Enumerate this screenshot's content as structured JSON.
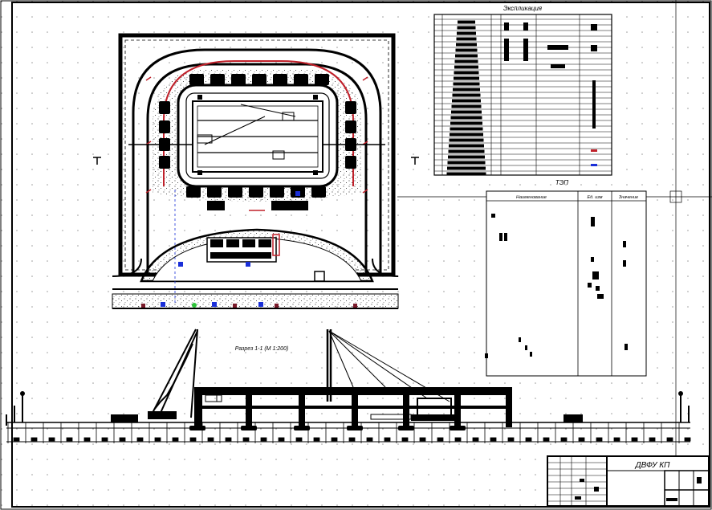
{
  "explication": {
    "title": "Экспликация"
  },
  "tep": {
    "title": "ТЭП",
    "col_name": "Наименование",
    "col_unit": "Ед. изм",
    "col_value": "Значение"
  },
  "section": {
    "title": "Разрез 1-1 (М 1:200)"
  },
  "stamp": {
    "org": "ДВФУ КП"
  },
  "colors": {
    "line": "#000000",
    "red": "#c0202a",
    "blue": "#1a2fd8",
    "green": "#2ec43a",
    "maroon": "#7a1a2a",
    "grid_dot": "#9a9a9a"
  }
}
